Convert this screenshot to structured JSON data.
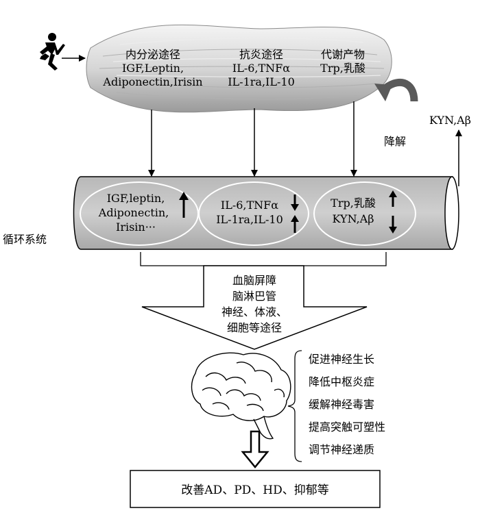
{
  "muscle": {
    "endocrine": {
      "title": "内分泌途径",
      "line1": "IGF,Leptin,",
      "line2": "Adiponectin,Irisin"
    },
    "anti_inflammatory": {
      "title": "抗炎途径",
      "line1": "IL-6,TNFα",
      "line2": "IL-1ra,IL-10"
    },
    "metabolite": {
      "title": "代谢产物",
      "line1": "Trp,乳酸"
    }
  },
  "degradation_label": "降解",
  "kyn_label": "KYN,Aβ",
  "circulation": {
    "label": "循环系统",
    "oval1": {
      "line1": "IGF,leptin,",
      "line2": "Adiponectin,",
      "line3": "Irisin···"
    },
    "oval2": {
      "line1": "IL-6,TNFα",
      "line2": "IL-1ra,IL-10"
    },
    "oval3": {
      "line1": "Trp,乳酸",
      "line2": "KYN,Aβ"
    }
  },
  "routes": {
    "line1": "血脑屏障",
    "line2": "脑淋巴管",
    "line3": "神经、体液、",
    "line4": "细胞等途径"
  },
  "effects": [
    "促进神经生长",
    "降低中枢炎症",
    "缓解神经毒害",
    "提高突触可塑性",
    "调节神经递质"
  ],
  "outcome": "改善AD、PD、HD、抑郁等"
}
